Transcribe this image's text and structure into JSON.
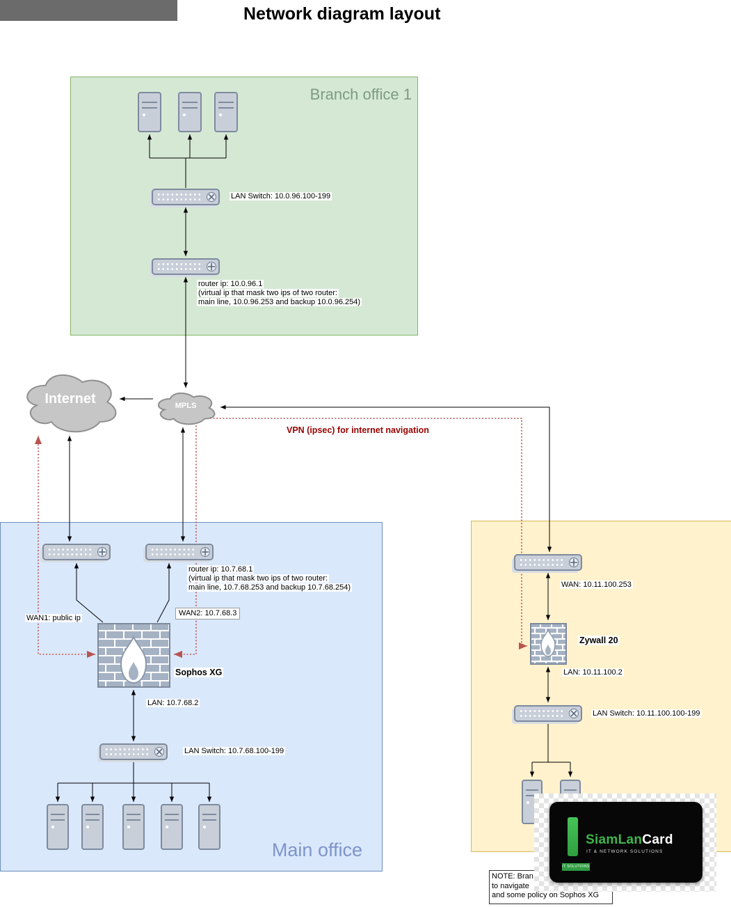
{
  "title": "Network diagram layout",
  "colors": {
    "green_fill": "#d5e8d4",
    "green_stroke": "#82b366",
    "blue_fill": "#dae8fc",
    "blue_stroke": "#6c8ebf",
    "yellow_fill": "#fff2cc",
    "yellow_stroke": "#d6b656",
    "vpn_red": "#990000",
    "edge_red": "#b85450"
  },
  "branch1": {
    "label": "Branch office 1",
    "switch_label": "LAN Switch: 10.0.96.100-199",
    "router_note": [
      "router ip: 10.0.96.1",
      "(virtual ip that mask two ips of two router:",
      "main line, 10.0.96.253 and backup 10.0.96.254)"
    ]
  },
  "clouds": {
    "internet": "Internet",
    "mpls": "MPLS"
  },
  "vpn_label": "VPN (ipsec) for internet navigation",
  "main_office": {
    "label": "Main office",
    "router_note": [
      "router ip: 10.7.68.1",
      "(virtual ip that mask two ips of two router:",
      "main line, 10.7.68.253 and backup 10.7.68.254)"
    ],
    "wan1_label": "WAN1: public ip",
    "wan2_label": "WAN2: 10.7.68.3",
    "firewall_label": "Sophos XG",
    "lan_label": "LAN: 10.7.68.2",
    "switch_label": "LAN Switch: 10.7.68.100-199"
  },
  "branch2": {
    "wan_label": "WAN: 10.11.100.253",
    "firewall_label": "Zywall 20",
    "lan_label": "LAN: 10.11.100.2",
    "switch_label": "LAN Switch: 10.11.100.100-199"
  },
  "note": [
    "NOTE: Bran",
    "to navigate",
    "and some policy on Sophos XG"
  ],
  "logo": {
    "brand_green": "SiamLan",
    "brand_white": "Card",
    "tagline": "IT & NETWORK SOLUTIONS",
    "badge": "IT SOLUTIONS"
  }
}
